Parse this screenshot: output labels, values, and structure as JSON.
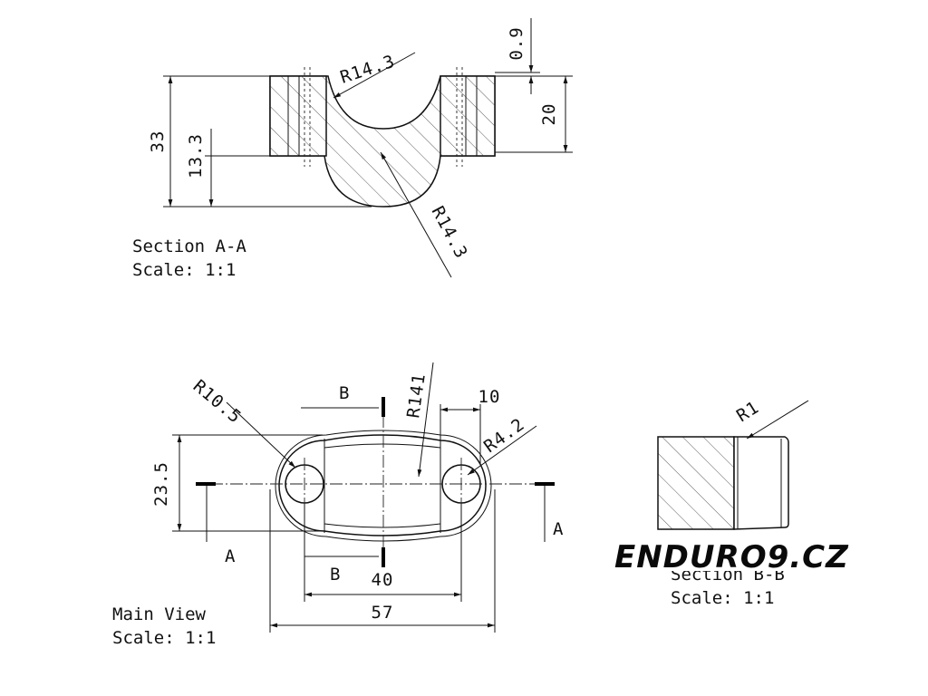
{
  "section_aa": {
    "title": "Section A-A",
    "scale": "Scale:  1:1",
    "dims": {
      "height_total": "33",
      "height_partial": "13.3",
      "height_right": "20",
      "offset_top": "0.9",
      "radius_top": "R14.3",
      "radius_bottom": "R14.3"
    }
  },
  "main_view": {
    "title": "Main View",
    "scale": "Scale:  1:1",
    "dims": {
      "radius_end": "R10.5",
      "radius_arc": "R141",
      "radius_hole": "R4.2",
      "width": "23.5",
      "hole_spacing": "40",
      "length": "57",
      "slot_width": "10"
    },
    "section_marks": {
      "b_top": "B",
      "b_bottom": "B",
      "a_left": "A",
      "a_right": "A"
    }
  },
  "section_bb": {
    "title": "Section B-B",
    "scale": "Scale:  1:1",
    "dims": {
      "radius": "R1"
    }
  },
  "watermark": {
    "text": "ENDURO9.CZ"
  }
}
